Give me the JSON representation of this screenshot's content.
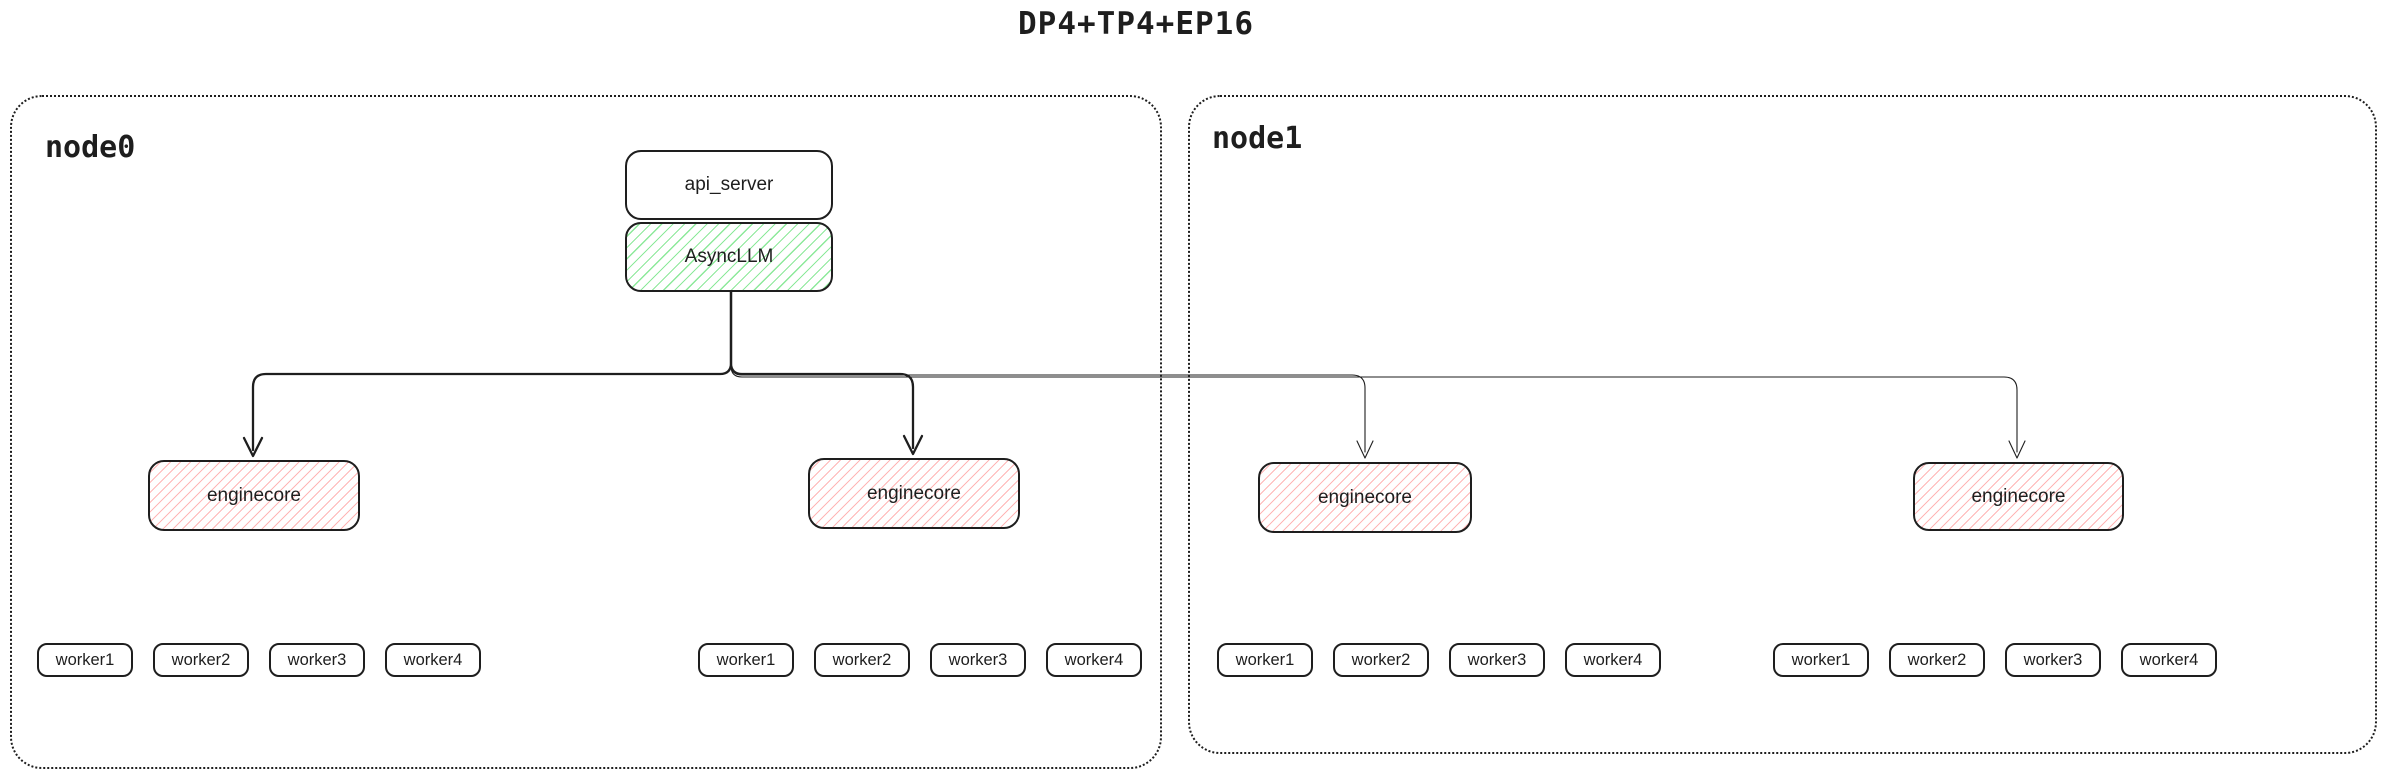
{
  "title": "DP4+TP4+EP16",
  "colors": {
    "stroke": "#1e1e1e",
    "green_hatch": "#8ce99a",
    "red_hatch": "#ffb6b6",
    "background": "#ffffff"
  },
  "api_server_label": "api_server",
  "async_llm_label": "AsyncLLM",
  "nodes": [
    {
      "label": "node0",
      "enginecores": [
        {
          "label": "enginecore",
          "workers": [
            "worker1",
            "worker2",
            "worker3",
            "worker4"
          ]
        },
        {
          "label": "enginecore",
          "workers": [
            "worker1",
            "worker2",
            "worker3",
            "worker4"
          ]
        }
      ]
    },
    {
      "label": "node1",
      "enginecores": [
        {
          "label": "enginecore",
          "workers": [
            "worker1",
            "worker2",
            "worker3",
            "worker4"
          ]
        },
        {
          "label": "enginecore",
          "workers": [
            "worker1",
            "worker2",
            "worker3",
            "worker4"
          ]
        }
      ]
    }
  ]
}
